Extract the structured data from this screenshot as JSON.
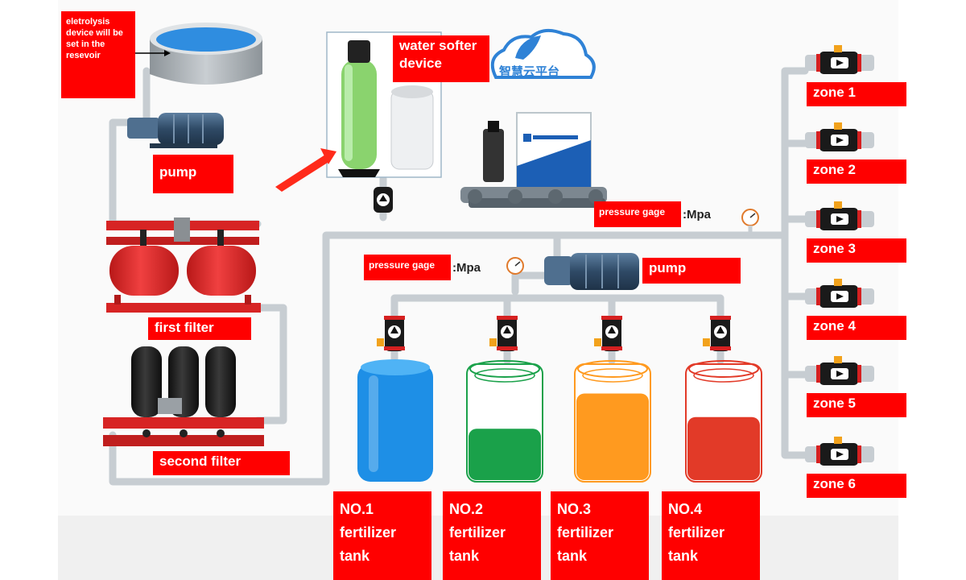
{
  "labels": {
    "electrolysis": "eletrolysis device will be set in the resevoir",
    "water_softer": "water softer device",
    "cloud_platform": "智慧云平台",
    "pump_top": "pump",
    "pump_center": "pump",
    "first_filter": "first filter",
    "second_filter": "second filter",
    "pressure_gage_1": "pressure gage",
    "pressure_gage_2": "pressure gage",
    "mpa_1": ":Mpa",
    "mpa_2": ":Mpa"
  },
  "zones": [
    "zone 1",
    "zone 2",
    "zone 3",
    "zone 4",
    "zone 5",
    "zone 6"
  ],
  "tanks": [
    {
      "line1": "NO.1",
      "line2": "fertilizer",
      "line3": "tank",
      "color": "#1e8fe6",
      "fill": 1.0
    },
    {
      "line1": "NO.2",
      "line2": "fertilizer",
      "line3": "tank",
      "color": "#1aa14a",
      "fill": 0.45
    },
    {
      "line1": "NO.3",
      "line2": "fertilizer",
      "line3": "tank",
      "color": "#ff9a1f",
      "fill": 0.75
    },
    {
      "line1": "NO.4",
      "line2": "fertilizer",
      "line3": "tank",
      "color": "#e23a28",
      "fill": 0.55
    }
  ],
  "colors": {
    "label_bg": "#ff0000",
    "pipe": "#d4d8dc",
    "filter_red": "#e22a2a",
    "filter_black": "#1c1c1c",
    "pump_blue": "#3c5b78"
  }
}
